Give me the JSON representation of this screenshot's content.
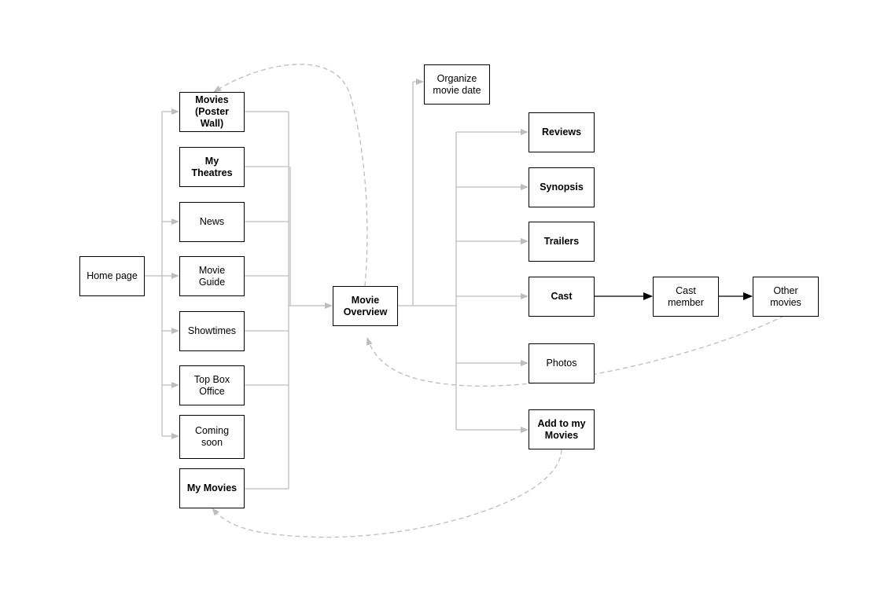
{
  "nodes": {
    "home": "Home page",
    "movies_poster": "Movies\n(Poster\nWall)",
    "my_theatres": "My\nTheatres",
    "news": "News",
    "movie_guide": "Movie\nGuide",
    "showtimes": "Showtimes",
    "top_box": "Top Box\nOffice",
    "coming_soon": "Coming\nsoon",
    "my_movies": "My Movies",
    "movie_overview": "Movie\nOverview",
    "organize": "Organize\nmovie date",
    "reviews": "Reviews",
    "synopsis": "Synopsis",
    "trailers": "Trailers",
    "cast": "Cast",
    "photos": "Photos",
    "add_my_movies": "Add to my\nMovies",
    "cast_member": "Cast\nmember",
    "other_movies": "Other\nmovies"
  },
  "colors": {
    "connector": "#bdbdbd",
    "dashed": "#bdbdbd",
    "emphasis": "#000000",
    "border": "#000000"
  }
}
